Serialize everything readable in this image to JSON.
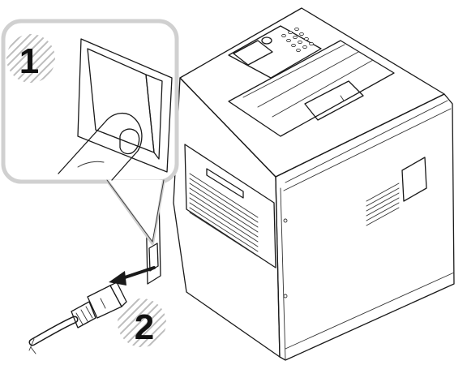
{
  "steps": [
    {
      "number": "1",
      "action": "power-switch-off"
    },
    {
      "number": "2",
      "action": "unplug-power-cord"
    }
  ],
  "colors": {
    "switch_blue": "#3a77a8",
    "switch_blue_light": "#8fbbd8",
    "panel_gray": "#d0d0d0",
    "hatch_gray": "#bdbdbd",
    "outline": "#1a1a1a"
  }
}
